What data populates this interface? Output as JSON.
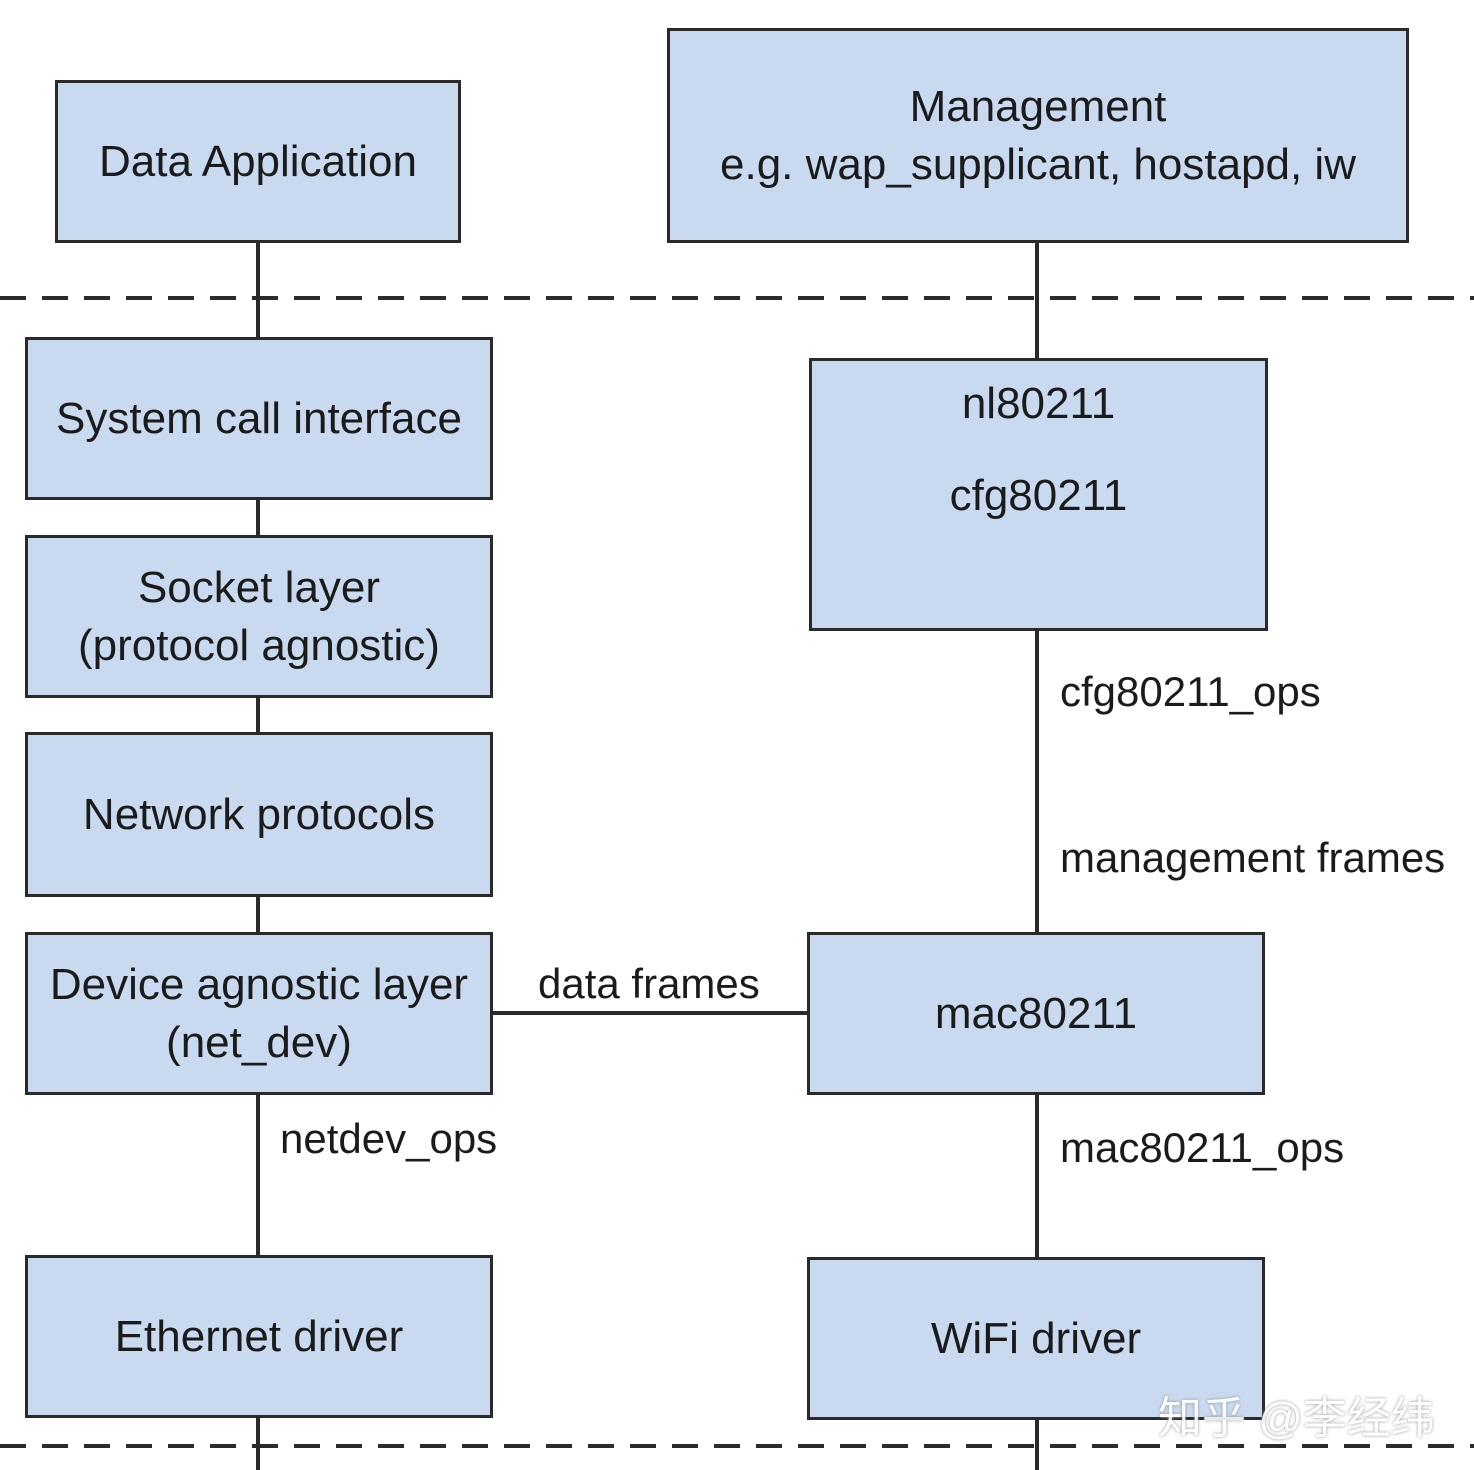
{
  "boxes": {
    "data_application": "Data Application",
    "management_line1": "Management",
    "management_line2": "e.g. wap_supplicant, hostapd, iw",
    "system_call": "System call interface",
    "socket_line1": "Socket layer",
    "socket_line2": "(protocol agnostic)",
    "network_protocols": "Network protocols",
    "device_line1": "Device agnostic layer",
    "device_line2": "(net_dev)",
    "ethernet_driver": "Ethernet driver",
    "nl80211": "nl80211",
    "cfg80211": "cfg80211",
    "mac80211": "mac80211",
    "wifi_driver": "WiFi driver"
  },
  "labels": {
    "cfg80211_ops": "cfg80211_ops",
    "management_frames": "management frames",
    "data_frames": "data frames",
    "netdev_ops": "netdev_ops",
    "mac80211_ops": "mac80211_ops"
  },
  "watermark": "知乎 @李经纬",
  "colors": {
    "box_fill": "#c9daf0",
    "stroke": "#2a2a2a"
  }
}
